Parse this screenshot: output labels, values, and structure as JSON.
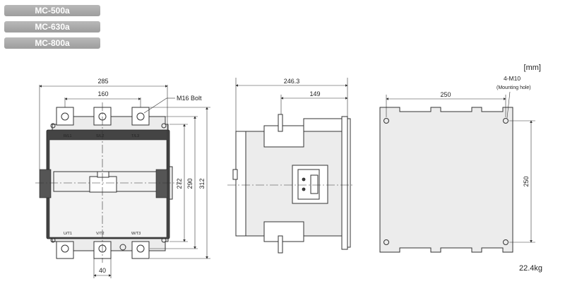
{
  "models": [
    "MC-500a",
    "MC-630a",
    "MC-800a"
  ],
  "unit": "[mm]",
  "weight": "22.4kg",
  "front_view": {
    "width": "285",
    "bolt_pitch": "160",
    "bolt_callout": "M16 Bolt",
    "height_inner": "272",
    "height_mid": "290",
    "height_total": "312",
    "bottom_dim": "40",
    "top_terminals": [
      "R/L1",
      "S/L2",
      "T/L3"
    ],
    "bottom_terminals": [
      "U/T1",
      "V/T2",
      "W/T3"
    ]
  },
  "side_view": {
    "depth": "246.3",
    "depth_partial": "149"
  },
  "back_view": {
    "hole_pitch_h": "250",
    "hole_pitch_v": "250",
    "hole_callout": "4-M10",
    "hole_note": "(Mounting hole)"
  }
}
